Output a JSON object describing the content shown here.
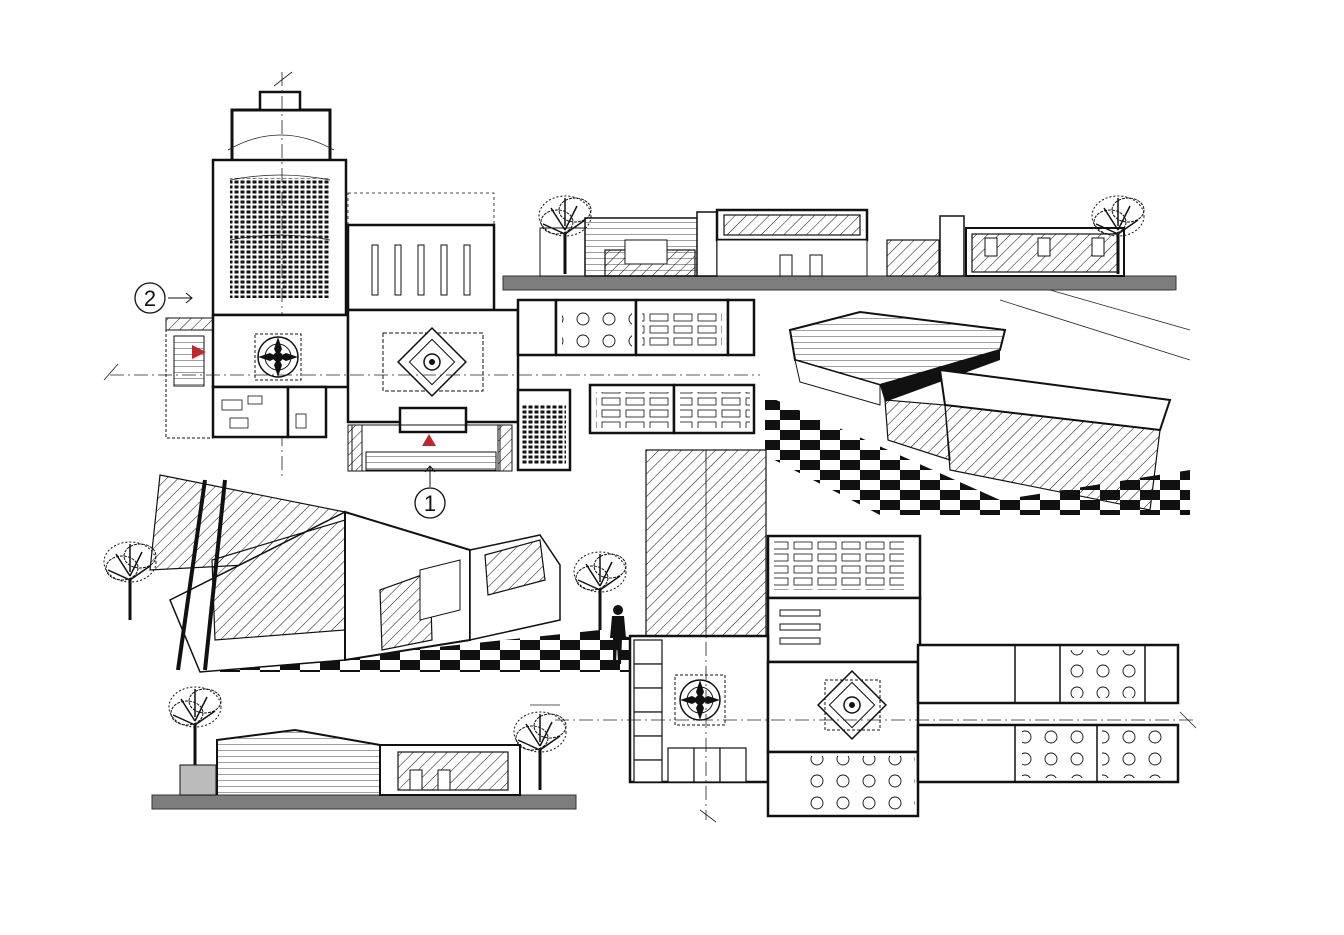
{
  "sheet": {
    "markers": [
      {
        "id": "section-marker-1",
        "label": "1"
      },
      {
        "id": "section-marker-2",
        "label": "2"
      }
    ],
    "colors": {
      "ink": "#111111",
      "ground": "#7d7d7d",
      "entrance_triangle": "#c0272d",
      "paper": "#ffffff"
    },
    "icons": [
      "rosette-medallion-icon",
      "diamond-medallion-icon",
      "entrance-triangle-icon",
      "tree-icon",
      "person-icon"
    ]
  }
}
